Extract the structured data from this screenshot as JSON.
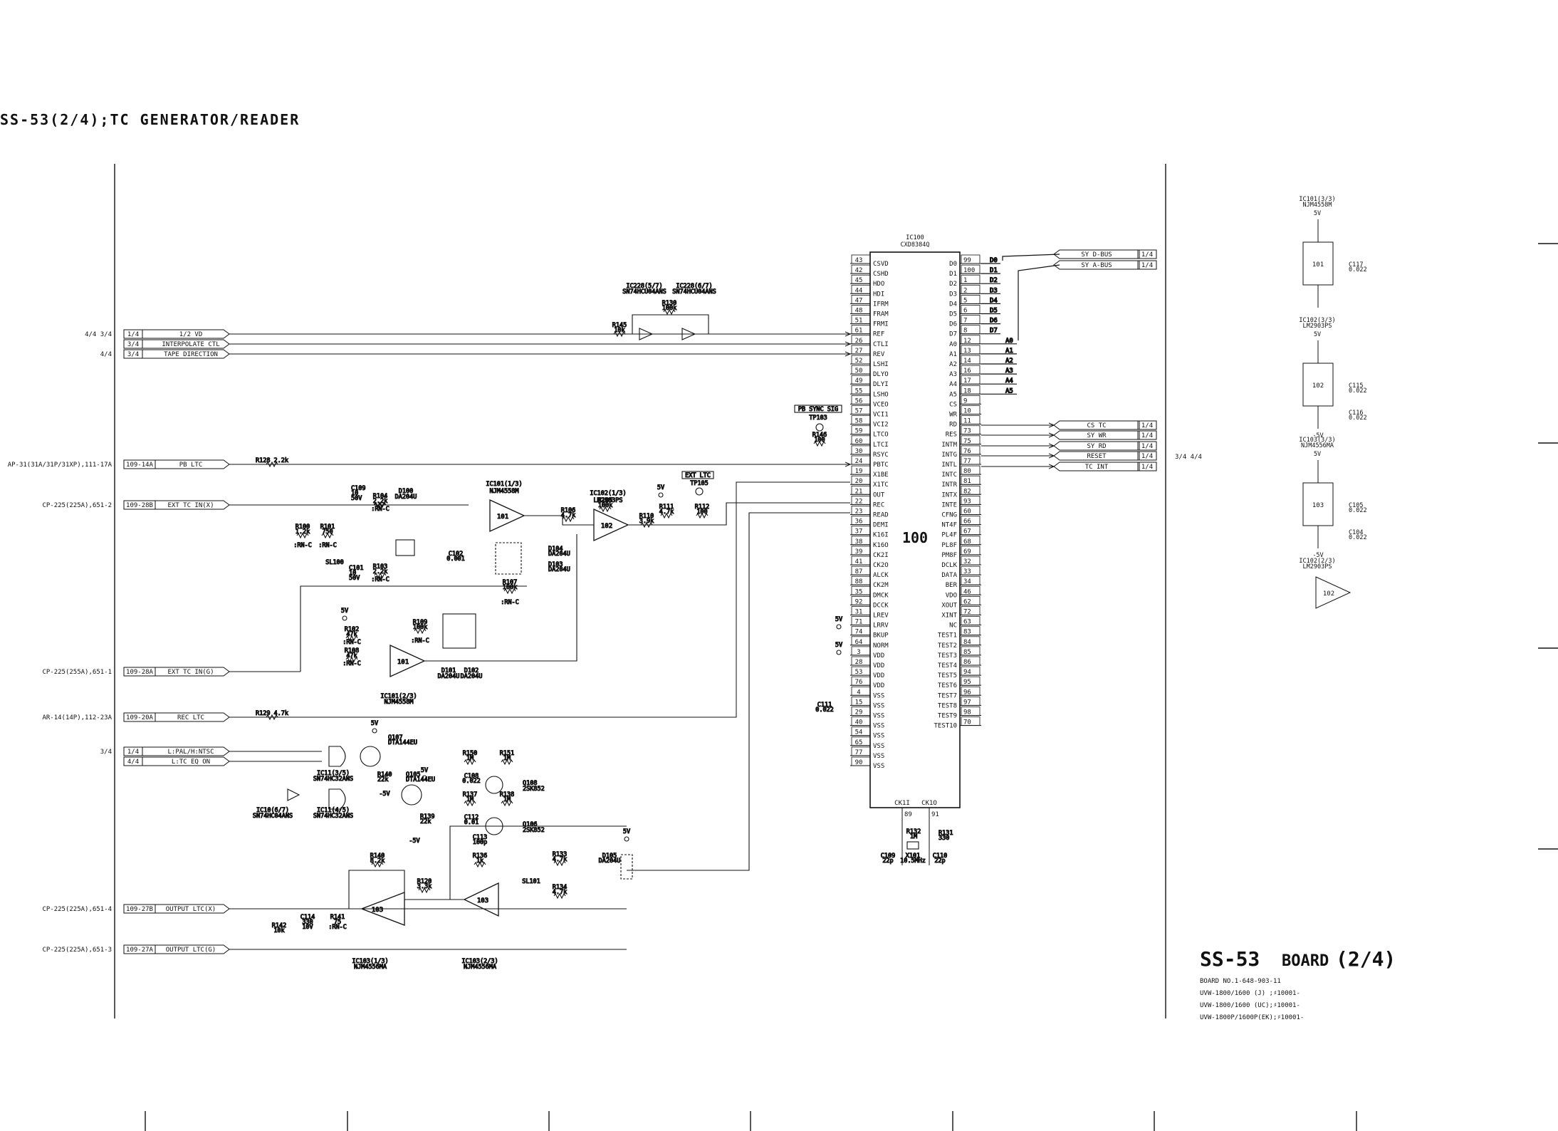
{
  "title": "SS-53(2/4);TC GENERATOR/READER",
  "board": {
    "name_a": "SS-53",
    "name_b": "BOARD",
    "name_c": "(2/4)",
    "lines": [
      "BOARD NO.1-648-903-11",
      "UVW-1800/1600 (J) ;♯10001-",
      "UVW-1800/1600 (UC);♯10001-",
      "UVW-1800P/1600P(EK);♯10001-"
    ]
  },
  "ic100": {
    "ref": "IC100",
    "part": "CXD8384Q",
    "body": "100",
    "left_pins": [
      [
        "43",
        "CSVD"
      ],
      [
        "42",
        "CSHD"
      ],
      [
        "45",
        "HDO"
      ],
      [
        "44",
        "HDI"
      ],
      [
        "47",
        "IFRM"
      ],
      [
        "48",
        "FRAM"
      ],
      [
        "51",
        "FRMI"
      ],
      [
        "61",
        "REF"
      ],
      [
        "26",
        "CTLI"
      ],
      [
        "27",
        "REV"
      ],
      [
        "52",
        "LSHI"
      ],
      [
        "50",
        "DLYO"
      ],
      [
        "49",
        "DLYI"
      ],
      [
        "55",
        "LSHO"
      ],
      [
        "56",
        "VCEO"
      ],
      [
        "57",
        "VCI1"
      ],
      [
        "58",
        "VCI2"
      ],
      [
        "59",
        "LTCO"
      ],
      [
        "60",
        "LTCI"
      ],
      [
        "30",
        "RSYC"
      ],
      [
        "24",
        "PBTC"
      ],
      [
        "19",
        "X1BE"
      ],
      [
        "20",
        "X1TC"
      ],
      [
        "21",
        "OUT"
      ],
      [
        "22",
        "REC"
      ],
      [
        "23",
        "READ"
      ],
      [
        "36",
        "DEMI"
      ],
      [
        "37",
        "K16I"
      ],
      [
        "38",
        "K16O"
      ],
      [
        "39",
        "CK2I"
      ],
      [
        "41",
        "CK2O"
      ],
      [
        "87",
        "ALCK"
      ],
      [
        "88",
        "CK2M"
      ],
      [
        "35",
        "DMCK"
      ],
      [
        "92",
        "DCCK"
      ],
      [
        "31",
        "LREV"
      ],
      [
        "71",
        "LRRV"
      ],
      [
        "74",
        "BKUP"
      ],
      [
        "64",
        "NORM"
      ],
      [
        "3",
        "VDD"
      ],
      [
        "28",
        "VDD"
      ],
      [
        "53",
        "VDD"
      ],
      [
        "76",
        "VDD"
      ],
      [
        "4",
        "VSS"
      ],
      [
        "15",
        "VSS"
      ],
      [
        "29",
        "VSS"
      ],
      [
        "40",
        "VSS"
      ],
      [
        "54",
        "VSS"
      ],
      [
        "65",
        "VSS"
      ],
      [
        "77",
        "VSS"
      ],
      [
        "90",
        "VSS"
      ]
    ],
    "right_pins": [
      [
        "99",
        "D0"
      ],
      [
        "100",
        "D1"
      ],
      [
        "1",
        "D2"
      ],
      [
        "2",
        "D3"
      ],
      [
        "5",
        "D4"
      ],
      [
        "6",
        "D5"
      ],
      [
        "7",
        "D6"
      ],
      [
        "8",
        "D7"
      ],
      [
        "12",
        "A0"
      ],
      [
        "13",
        "A1"
      ],
      [
        "14",
        "A2"
      ],
      [
        "16",
        "A3"
      ],
      [
        "17",
        "A4"
      ],
      [
        "18",
        "A5"
      ],
      [
        "9",
        "CS"
      ],
      [
        "10",
        "WR"
      ],
      [
        "11",
        "RD"
      ],
      [
        "73",
        "RES"
      ],
      [
        "75",
        "INTM"
      ],
      [
        "76",
        "INTG"
      ],
      [
        "77",
        "INTL"
      ],
      [
        "80",
        "INTC"
      ],
      [
        "81",
        "INTR"
      ],
      [
        "82",
        "INTX"
      ],
      [
        "93",
        "INTE"
      ],
      [
        "60",
        "CFNG"
      ],
      [
        "66",
        "NT4F"
      ],
      [
        "67",
        "PL4F"
      ],
      [
        "68",
        "PL8F"
      ],
      [
        "69",
        "PM8F"
      ],
      [
        "32",
        "DCLK"
      ],
      [
        "33",
        "DATA"
      ],
      [
        "34",
        "BER"
      ],
      [
        "46",
        "VDO"
      ],
      [
        "62",
        "XOUT"
      ],
      [
        "72",
        "XINT"
      ],
      [
        "63",
        "NC"
      ],
      [
        "83",
        "TEST1"
      ],
      [
        "84",
        "TEST2"
      ],
      [
        "85",
        "TEST3"
      ],
      [
        "86",
        "TEST4"
      ],
      [
        "94",
        "TEST5"
      ],
      [
        "95",
        "TEST6"
      ],
      [
        "96",
        "TEST7"
      ],
      [
        "97",
        "TEST8"
      ],
      [
        "98",
        "TEST9"
      ],
      [
        "70",
        "TEST10"
      ]
    ],
    "bottom_pins": [
      [
        "89",
        "CK1I"
      ],
      [
        "91",
        "CK1O"
      ]
    ]
  },
  "inputs": [
    {
      "ref": "4/4 3/4",
      "pin": "1/4",
      "label": "1/2 VD"
    },
    {
      "ref": "",
      "pin": "3/4",
      "label": "INTERPOLATE CTL"
    },
    {
      "ref": "4/4",
      "pin": "3/4",
      "label": "TAPE DIRECTION"
    },
    {
      "ref": "AP-31(31A/31P/31XP),111-17A",
      "pin": "109-14A",
      "label": "PB LTC"
    },
    {
      "ref": "CP-225(225A),651-2",
      "pin": "109-28B",
      "label": "EXT TC IN(X)"
    },
    {
      "ref": "CP-225(255A),651-1",
      "pin": "109-28A",
      "label": "EXT TC IN(G)"
    },
    {
      "ref": "AR-14(14P),112-23A",
      "pin": "109-20A",
      "label": "REC LTC"
    },
    {
      "ref": "3/4",
      "pin": "1/4",
      "label": "L:PAL/H:NTSC"
    },
    {
      "ref": "",
      "pin": "4/4",
      "label": "L:TC EQ ON"
    },
    {
      "ref": "CP-225(225A),651-4",
      "pin": "109-27B",
      "label": "OUTPUT LTC(X)"
    },
    {
      "ref": "CP-225(225A),651-3",
      "pin": "109-27A",
      "label": "OUTPUT LTC(G)"
    }
  ],
  "outputs": [
    {
      "label": "SY D-BUS",
      "pin": "1/4"
    },
    {
      "label": "SY A-BUS",
      "pin": "1/4"
    },
    {
      "label": "CS TC",
      "pin": "1/4"
    },
    {
      "label": "SY WR",
      "pin": "1/4"
    },
    {
      "label": "SY RD",
      "pin": "1/4"
    },
    {
      "label": "RESET",
      "pin": "1/4"
    },
    {
      "label": "TC INT",
      "pin": "1/4"
    }
  ],
  "out_ref": "3/4  4/4",
  "bus_data": [
    "D0",
    "D1",
    "D2",
    "D3",
    "D4",
    "D5",
    "D6",
    "D7"
  ],
  "bus_addr": [
    "A0",
    "A1",
    "A2",
    "A3",
    "A4",
    "A5"
  ],
  "power_units": [
    {
      "ref": "IC101(3/3)",
      "part": "NJM4558M",
      "body": "101",
      "top": "5V",
      "bottom": "",
      "cap": "C117",
      "capv": "0.022"
    },
    {
      "ref": "IC102(3/3)",
      "part": "LM2903PS",
      "body": "102",
      "top": "5V",
      "bottom": "-5V",
      "cap": "C115",
      "capv": "0.022",
      "cap2": "C116",
      "capv2": "0.022"
    },
    {
      "ref": "IC103(3/3)",
      "part": "NJM4556MA",
      "body": "103",
      "top": "5V",
      "bottom": "-5V",
      "cap": "C105",
      "capv": "0.022",
      "cap2": "C104",
      "capv2": "0.022"
    },
    {
      "ref": "IC102(2/3)",
      "part": "LM2903PS",
      "body": "102",
      "top": "",
      "bottom": "",
      "cap": "",
      "capv": ""
    }
  ],
  "labels": {
    "ic228a": "IC228(5/7)",
    "ic228a_p": "SN74HCU04ANS",
    "ic228b": "IC228(6/7)",
    "ic228b_p": "SN74HCU04ANS",
    "r130": "R130",
    "r130v": "100k",
    "r145": "R145",
    "r145v": "10k",
    "ic101a": "IC101(1/3)",
    "ic101a_p": "NJM4558M",
    "ic102a": "IC102(1/3)",
    "ic102a_p": "LM2903PS",
    "ic101b": "IC101(2/3)",
    "ic101b_p": "NJM4558M",
    "ic103a": "IC103(1/3)",
    "ic103a_p": "NJM4556MA",
    "ic103b": "IC103(2/3)",
    "ic103b_p": "NJM4556MA",
    "ic11a": "IC11(3/5)",
    "ic11a_p": "SN74HC32ANS",
    "ic11b": "IC11(4/5)",
    "ic11b_p": "SN74HC32ANS",
    "ic10": "IC10(6/7)",
    "ic10_p": "SN74HC04ANS",
    "q107": "Q107",
    "q107p": "DTA144EU",
    "q105": "Q105",
    "q105p": "DTA144EU",
    "q108": "Q108",
    "q108p": "2SK852",
    "q106": "Q106",
    "q106p": "2SK852",
    "tp103": "TP103",
    "pb_sync": "PB SYNC SIG",
    "tp105": "TP105",
    "ext_ltc": "EXT LTC",
    "r146": "R146",
    "r146v": "100",
    "r128": "R128 2.2k",
    "r129": "R129 4.7k",
    "c109": "C109",
    "c109v": "10",
    "c109w": "50V",
    "r104": "R104",
    "r104v": "2.2k",
    "r104w": ":RN-C",
    "d100": "D100",
    "d100p": "DA204U",
    "r100": "R100",
    "r100v": "1.2k",
    "r100w": ":RN-C",
    "r101": "R101",
    "r101v": "750",
    "r101w": ":RN-C",
    "sl100": "SL100",
    "c101": "C101",
    "c101v": "10",
    "c101w": "50V",
    "r103": "R103",
    "r103v": "2.2k",
    "r103w": ":RN-C",
    "c102": "C102",
    "c102v": "0.001",
    "r105": "R105",
    "r105v": "100k",
    "r106": "R106",
    "r106v": "4.7k",
    "r110": "R110",
    "r110v": "3.9k",
    "r111": "R111",
    "r111v": "4.7k",
    "r112": "R112",
    "r112v": "100",
    "d104": "D104",
    "d104p": "DA204U",
    "d103": "D103",
    "d103p": "DA204U",
    "r107": "R107",
    "r107v": "100k",
    "r107w": ":RN-C",
    "r102": "R102",
    "r102v": "47k",
    "r102w": ":RN-C",
    "r108": "R108",
    "r108v": "47k",
    "r108w": ":RN-C",
    "r109": "R109",
    "r109v": "100k",
    "r109w": ":RN-C",
    "d101": "D101",
    "d101p": "DA204U",
    "d102": "D102",
    "d102p": "DA204U",
    "r150": "R150",
    "r150v": "1M",
    "r151": "R151",
    "r151v": "1M",
    "c108": "C108",
    "c108v": "0.022",
    "r137": "R137",
    "r137v": "1M",
    "r138": "R138",
    "r138v": "1M",
    "c112": "C112",
    "c112v": "0.01",
    "r140a": "R140",
    "r140av": "22k",
    "r139": "R139",
    "r139v": "22k",
    "c113": "C113",
    "c113v": "100p",
    "r136": "R136",
    "r136v": "1k",
    "r140": "R140",
    "r140v": "8.2k",
    "r120": "R120",
    "r120v": "3.3k",
    "r133": "R133",
    "r133v": "4.7k",
    "r134": "R134",
    "r134v": "4.7k",
    "sl101": "SL101",
    "d105": "D105",
    "d105p": "DA204U",
    "c114": "C114",
    "c114v": "330",
    "c114w": "10V",
    "r141": "R141",
    "r141v": "75",
    "r141w": ":RN-C",
    "r142": "R142",
    "r142v": "10k",
    "c111": "C111",
    "c111v": "0.022",
    "r132": "R132",
    "r132v": "1M",
    "r131": "R131",
    "r131v": "330",
    "c109b": "C109",
    "c109bv": "22p",
    "x101": "X101",
    "x101v": "10.5MHz",
    "c110": "C110",
    "c110v": "22p",
    "v5": "5V",
    "vm5": "-5V"
  }
}
